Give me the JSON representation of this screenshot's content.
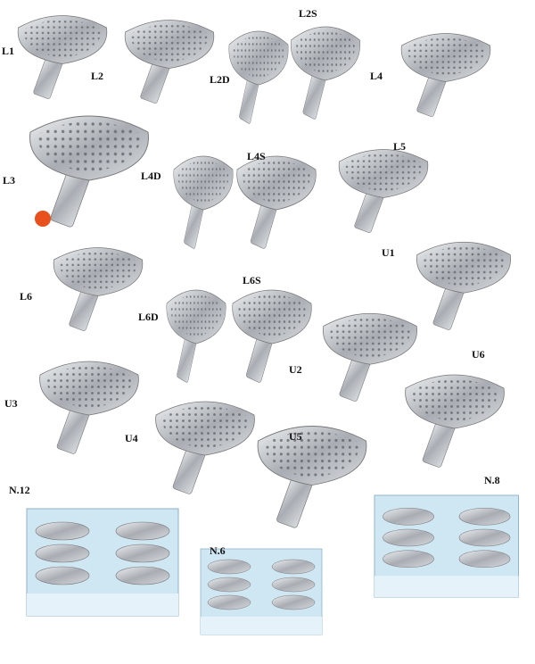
{
  "labels": {
    "L1": "L1",
    "L2": "L2",
    "L2D": "L2D",
    "L2S": "L2S",
    "L4": "L4",
    "L3": "L3",
    "L4D": "L4D",
    "L4S": "L4S",
    "L5": "L5",
    "U1": "U1",
    "L6": "L6",
    "L6D": "L6D",
    "L6S": "L6S",
    "U2": "U2",
    "U6": "U6",
    "U3": "U3",
    "U4": "U4",
    "U5": "U5",
    "N12": "N.12",
    "N6": "N.6",
    "N8": "N.8"
  },
  "colors": {
    "steel": "#b8bcc2",
    "steel_dark": "#6e737a",
    "box_blue": "#cfe6f3",
    "marker_red": "#e8501e"
  }
}
